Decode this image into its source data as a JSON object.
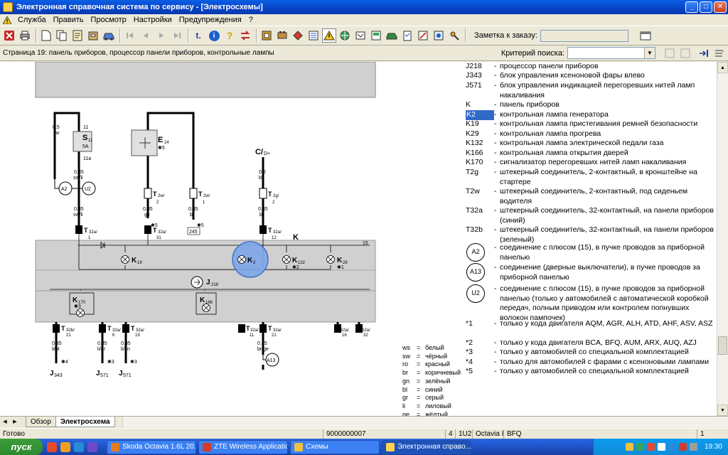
{
  "window": {
    "title": "Электронная справочная система по сервису - [Электросхемы]",
    "minimize": "_",
    "maximize": "□",
    "close": "✕"
  },
  "menu": [
    "Служба",
    "Править",
    "Просмотр",
    "Настройки",
    "Предупреждения",
    "?"
  ],
  "toolbar": {
    "order_label": "Заметка к заказу:",
    "text_buttons": {
      "t": "t.",
      "info": "i",
      "help": "?"
    }
  },
  "pagebar": {
    "title": "Страница 19: панель приборов, процессор панели приборов, контрольные лампы",
    "search_label": "Критерий поиска:",
    "search_value": ""
  },
  "schematic": {
    "wires_top": [
      {
        "section": "0.5",
        "color": "sw"
      },
      {
        "section": "0.35",
        "color": "sw/li"
      },
      {
        "section": "0.35",
        "color": "sw/li"
      },
      {
        "section": "0.35",
        "color": "ge"
      },
      {
        "section": "0.35",
        "color": "br"
      },
      {
        "section": "0.5",
        "color": "bl"
      },
      {
        "section": "0.35",
        "color": "bl"
      }
    ],
    "fuse": {
      "name": "S",
      "sub": "11",
      "rating": "5A",
      "pin_in": "11",
      "pin_out": "11a"
    },
    "e24": {
      "name": "E",
      "sub": "24",
      "note": "✱5"
    },
    "c_label": "C/",
    "c_sub": "D+",
    "connectors": {
      "t2w2": {
        "name": "T",
        "sub": "2w/",
        "pin": "2"
      },
      "t2w1": {
        "name": "T",
        "sub": "2w/",
        "pin": "1"
      },
      "t2g2": {
        "name": "T",
        "sub": "2g/",
        "pin": "2"
      },
      "t32a1": {
        "name": "T",
        "sub": "32a/",
        "pin": "1"
      },
      "t32a31": {
        "name": "T",
        "sub": "32a/",
        "pin": "31"
      },
      "t32a12": {
        "name": "T",
        "sub": "32a/",
        "pin": "12"
      },
      "t32b21": {
        "name": "T",
        "sub": "32b/",
        "pin": "21"
      },
      "t32a6": {
        "name": "T",
        "sub": "32a/",
        "pin": "6"
      },
      "t32a19": {
        "name": "T",
        "sub": "32a/",
        "pin": "19"
      },
      "t32a11": {
        "name": "T",
        "sub": "32a/",
        "pin": "11"
      },
      "t32a21": {
        "name": "T",
        "sub": "32a/",
        "pin": "21"
      },
      "t32a16": {
        "name": "T",
        "sub": "32a/",
        "pin": "16"
      },
      "t32a32": {
        "name": "T",
        "sub": "32a/",
        "pin": "32"
      }
    },
    "marks": {
      "star5": "✱5",
      "box245": "245",
      "star5b": "✱5"
    },
    "panel_label": "K",
    "line15": "15",
    "lamps": {
      "k19": {
        "name": "K",
        "sub": "19",
        "note": ""
      },
      "k2": {
        "name": "K",
        "sub": "2",
        "note": ""
      },
      "k132": {
        "name": "K",
        "sub": "132",
        "note": "✱2"
      },
      "k29": {
        "name": "K",
        "sub": "29",
        "note": "✱1"
      },
      "k170": {
        "name": "K",
        "sub": "170",
        "note": "✱3"
      },
      "k166": {
        "name": "K",
        "sub": "166",
        "note": ""
      }
    },
    "j218": {
      "name": "J",
      "sub": "218"
    },
    "ground_points": {
      "a2": "A2",
      "u2": "U2",
      "a13": "A13"
    },
    "bottom_wires": [
      {
        "section": "0.35",
        "color": "li/bl"
      },
      {
        "section": "0.35",
        "color": "li/gr"
      },
      {
        "section": "0.35",
        "color": "li/gn"
      },
      {
        "section": "0.35",
        "color": "br/ge"
      }
    ],
    "bottom_notes": {
      "n4": "✱4",
      "n3a": "✱3",
      "n3b": "✱3"
    },
    "bottom_components": {
      "j343": {
        "name": "J",
        "sub": "343"
      },
      "j571a": {
        "name": "J",
        "sub": "571"
      },
      "j571b": {
        "name": "J",
        "sub": "571"
      }
    }
  },
  "legend": [
    {
      "code": "J218",
      "text": "процессор панели приборов"
    },
    {
      "code": "J343",
      "text": "блок управления ксеноновой фары влево"
    },
    {
      "code": "J571",
      "text": "блок управления индикацией перегоревших нитей ламп накаливания"
    },
    {
      "code": "K",
      "text": "панель приборов"
    },
    {
      "code": "K2",
      "text": "контрольная лампа генератора",
      "highlight": true
    },
    {
      "code": "K19",
      "text": "контрольная лампа пристегивания ремней безопасности"
    },
    {
      "code": "K29",
      "text": "контрольная лампа прогрева"
    },
    {
      "code": "K132",
      "text": "контрольная лампа электрической педали газа"
    },
    {
      "code": "K166",
      "text": "контрольная лампа открытия дверей"
    },
    {
      "code": "K170",
      "text": "сигнализатор перегоревших нитей ламп накаливания"
    },
    {
      "code": "T2g",
      "text": "штекерный соединитель, 2-контактный, в кронштейне на стартере"
    },
    {
      "code": "T2w",
      "text": "штекерный соединитель, 2-контактный, под сиденьем водителя"
    },
    {
      "code": "T32a",
      "text": "штекерный соединитель, 32-контактный, на панели приборов (синий)"
    },
    {
      "code": "T32b",
      "text": "штекерный соединитель, 32-контактный, на панели приборов (зеленый)"
    },
    {
      "code": "A2",
      "circle": true,
      "text": "соединение с плюсом (15), в пучке проводов за приборной панелью"
    },
    {
      "code": "A13",
      "circle": true,
      "text": "соединение (дверные выключатели), в пучке проводов за приборной панелью"
    },
    {
      "code": "U2",
      "circle": true,
      "text": "соединение с плюсом (15), в пучке проводов за приборной панелью (только у автомобилей с автоматической коробкой передач, полным приводом или контролем попнувших волокон пампочек)"
    },
    {
      "code": "*1",
      "text": "только у кода двигателя AQM, AGR, ALH, ATD, AHF, ASV, ASZ"
    },
    {
      "code": "*2",
      "text": "только у кода двигателя BCA, BFQ, AUM, ARX, AUQ, AZJ"
    },
    {
      "code": "*3",
      "text": "только у автомобилей со специальной комплектацией"
    },
    {
      "code": "*4",
      "text": "только для автомобилей с фарами с ксеноновыми лампами"
    },
    {
      "code": "*5",
      "text": "только у автомобилей со специальной комплектацией"
    }
  ],
  "colors_legend": [
    {
      "code": "ws",
      "name": "белый"
    },
    {
      "code": "sw",
      "name": "чёрный"
    },
    {
      "code": "ro",
      "name": "красный"
    },
    {
      "code": "br",
      "name": "коричневый"
    },
    {
      "code": "gn",
      "name": "зелёный"
    },
    {
      "code": "bl",
      "name": "синий"
    },
    {
      "code": "gr",
      "name": "серый"
    },
    {
      "code": "li",
      "name": "лиловый"
    },
    {
      "code": "ge",
      "name": "жёлтый"
    }
  ],
  "nav": {
    "up": "⌃",
    "down": "⌄",
    "left": "‹",
    "right": "›"
  },
  "tabs": [
    "Обзор",
    "Электросхема"
  ],
  "active_tab": "Электросхема",
  "status": {
    "ready": "Готово",
    "order": "9000000007",
    "f1": "4",
    "f2": "1U2",
    "model": "Octavia I",
    "engine": "BFQ",
    "page": "1"
  },
  "taskbar": {
    "start": "пуск",
    "tasks": [
      {
        "label": "Skoda Octavia 1.6L 20...",
        "color": "#e87a1e"
      },
      {
        "label": "ZTE Wireless Application",
        "color": "#d23c2c"
      },
      {
        "label": "Схемы",
        "color": "#f0c040"
      },
      {
        "label": "Электронная справо...",
        "color": "#ffd24d",
        "active": true
      }
    ],
    "clock": "19:30"
  },
  "accent": "#3169c6"
}
